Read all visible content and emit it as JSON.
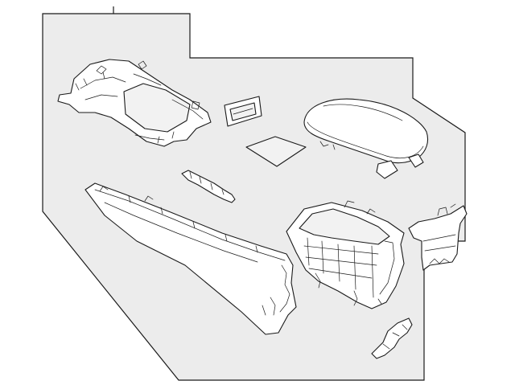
{
  "diagram": {
    "panel_fill": "#ececec",
    "line_color": "#1a1a1a",
    "parts": [
      {
        "id": "upper-bracket-frame"
      },
      {
        "id": "small-clip-plate"
      },
      {
        "id": "pad-mat"
      },
      {
        "id": "armrest-lid"
      },
      {
        "id": "lock-pin"
      },
      {
        "id": "side-trim-panel"
      },
      {
        "id": "console-box"
      },
      {
        "id": "mounting-bracket"
      },
      {
        "id": "lower-bracket"
      }
    ]
  }
}
